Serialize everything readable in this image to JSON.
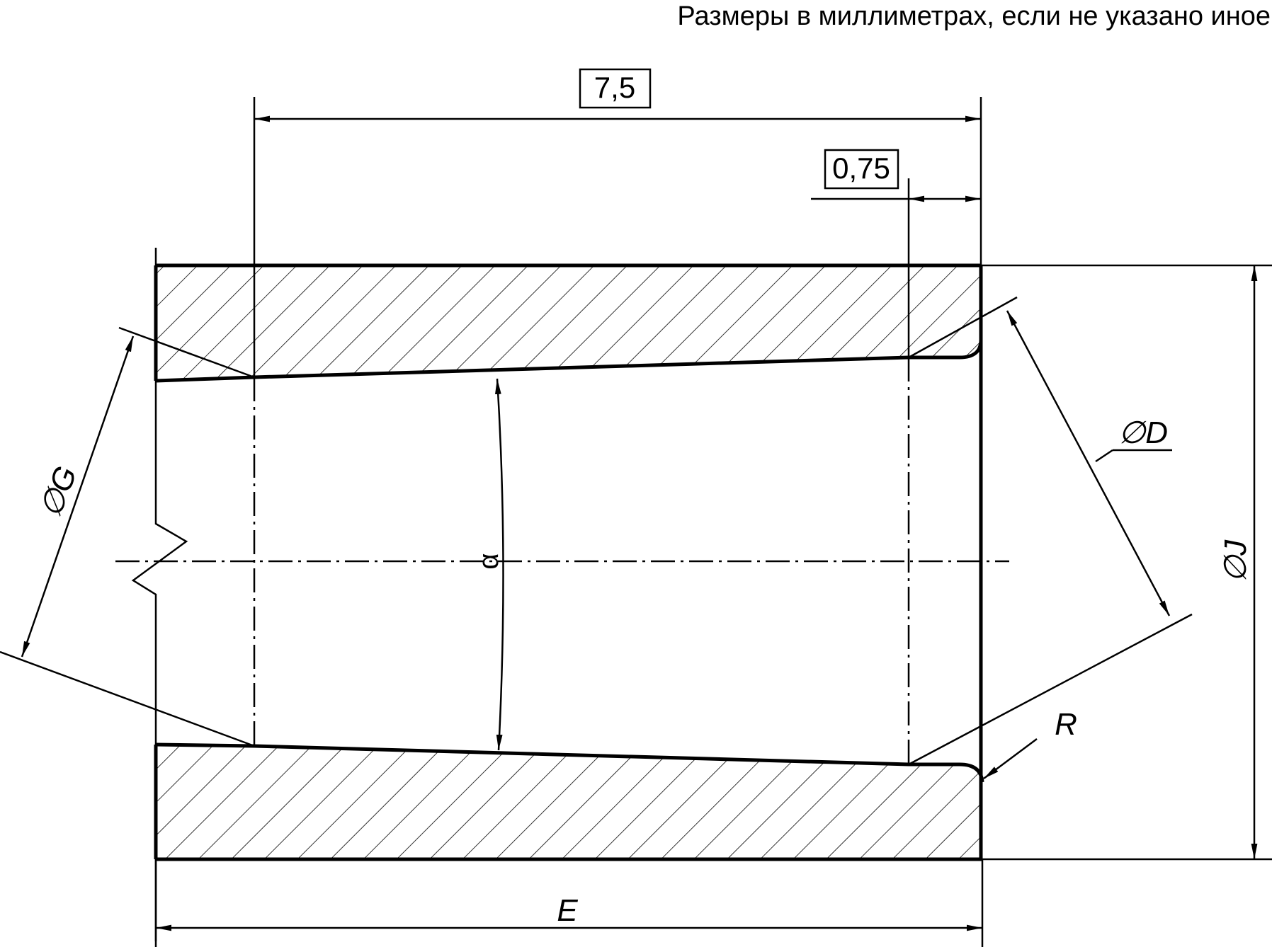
{
  "note": "Размеры в миллиметрах, если не указано иное",
  "dimensions": {
    "length_top": "7,5",
    "length_right": "0,75",
    "dia_g": "∅G",
    "dia_d": "∅D",
    "dia_j": "∅J",
    "angle": "α",
    "radius": "R",
    "length_e": "E"
  },
  "colors": {
    "line": "#000000",
    "background": "#ffffff"
  }
}
